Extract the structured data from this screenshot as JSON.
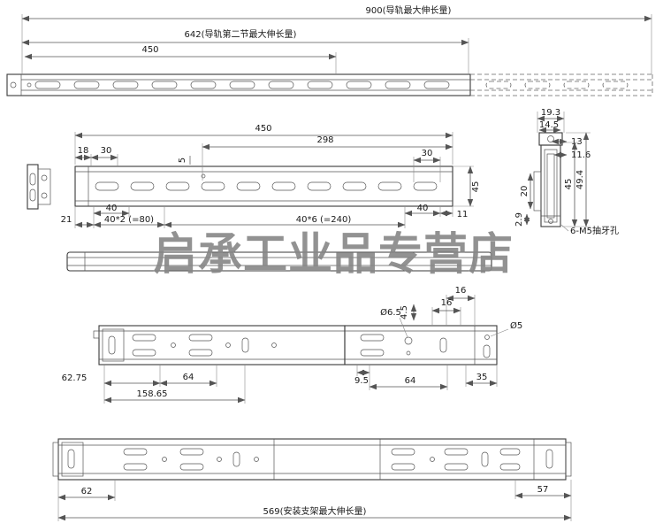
{
  "watermark": "启承工业品专营店",
  "top_view": {
    "d900": "900(导轨最大伸长量)",
    "d642": "642(导轨第二节最大伸长量)",
    "d450": "450"
  },
  "side_view": {
    "d450": "450",
    "d298": "298",
    "d18": "18",
    "d30_left": "30",
    "d5": "5",
    "d30_right": "30",
    "d45": "45",
    "d21": "21",
    "d40_left": "40",
    "d40x2": "40*2 (=80)",
    "d40x6": "40*6 (=240)",
    "d40_right": "40",
    "d11": "11"
  },
  "section_view": {
    "d19_3": "19.3",
    "d14_5": "14.5",
    "d13": "13",
    "d11_6": "11.6",
    "d20": "20",
    "d2_9": "2.9",
    "d45": "45",
    "d49_4": "49.4",
    "note": "6-M5抽牙孔"
  },
  "mounting_view": {
    "d16_a": "16",
    "d16_b": "16",
    "d4_5": "4.5",
    "dia6_5": "Ø6.5",
    "dia5": "Ø5",
    "d9_5": "9.5",
    "d64_right": "64",
    "d35": "35",
    "d62_75": "62.75",
    "d64_left": "64",
    "d158_65": "158.65"
  },
  "extended_view": {
    "d62": "62",
    "d57": "57",
    "d569": "569(安装支架最大伸长量)"
  }
}
